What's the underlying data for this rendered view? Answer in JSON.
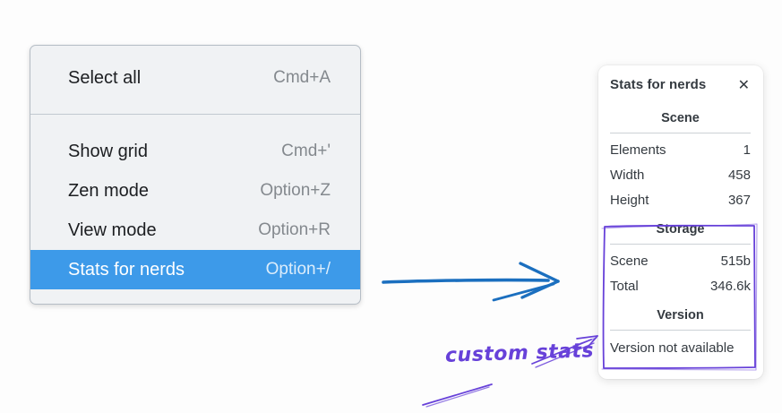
{
  "colors": {
    "page_bg": "#fdfdfd",
    "menu_bg": "#f0f2f4",
    "menu_border": "#b5bdc5",
    "menu_separator": "#c2c9d0",
    "menu_text": "#1c1e21",
    "shortcut_text": "#84898e",
    "highlight_bg": "#3d9ae9",
    "highlight_text": "#ffffff",
    "panel_text": "#343a40",
    "panel_divider": "#ccd1d6",
    "arrow_blue": "#1b6fbf",
    "annotation_purple": "#6741d9"
  },
  "context_menu": {
    "items": [
      {
        "label": "Select all",
        "shortcut": "Cmd+A",
        "highlighted": false
      },
      {
        "label": "Show grid",
        "shortcut": "Cmd+'",
        "highlighted": false
      },
      {
        "label": "Zen mode",
        "shortcut": "Option+Z",
        "highlighted": false
      },
      {
        "label": "View mode",
        "shortcut": "Option+R",
        "highlighted": false
      },
      {
        "label": "Stats for nerds",
        "shortcut": "Option+/",
        "highlighted": true
      }
    ]
  },
  "stats_panel": {
    "title": "Stats for nerds",
    "close_icon": "✕",
    "sections": [
      {
        "heading": "Scene",
        "rows": [
          {
            "label": "Elements",
            "value": "1"
          },
          {
            "label": "Width",
            "value": "458"
          },
          {
            "label": "Height",
            "value": "367"
          }
        ]
      },
      {
        "heading": "Storage",
        "rows": [
          {
            "label": "Scene",
            "value": "515b"
          },
          {
            "label": "Total",
            "value": "346.6k"
          }
        ]
      },
      {
        "heading": "Version",
        "rows": [],
        "message": "Version not available"
      }
    ]
  },
  "annotation": {
    "label": "custom stats"
  }
}
